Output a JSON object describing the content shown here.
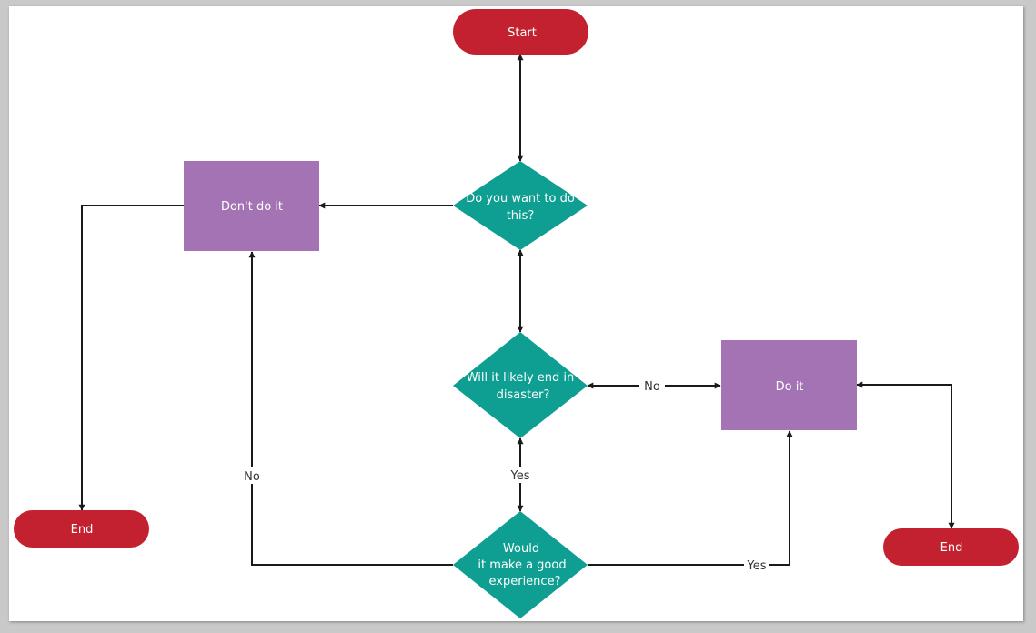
{
  "colors": {
    "terminal": "#c3212f",
    "decision": "#0e9e92",
    "process": "#a373b3",
    "connector": "#1a1a1a"
  },
  "nodes": {
    "start": "Start",
    "decision_want": [
      "Do you want to do",
      "this?"
    ],
    "dont_do_it": "Don't do it",
    "decision_disaster": [
      "Will it likely end in",
      "disaster?"
    ],
    "do_it": "Do it",
    "decision_experience": [
      "Would",
      "it make a good",
      "experience?"
    ],
    "end_left": "End",
    "end_right": "End"
  },
  "edge_labels": {
    "disaster_no": "No",
    "disaster_yes": "Yes",
    "experience_no": "No",
    "experience_yes": "Yes"
  }
}
